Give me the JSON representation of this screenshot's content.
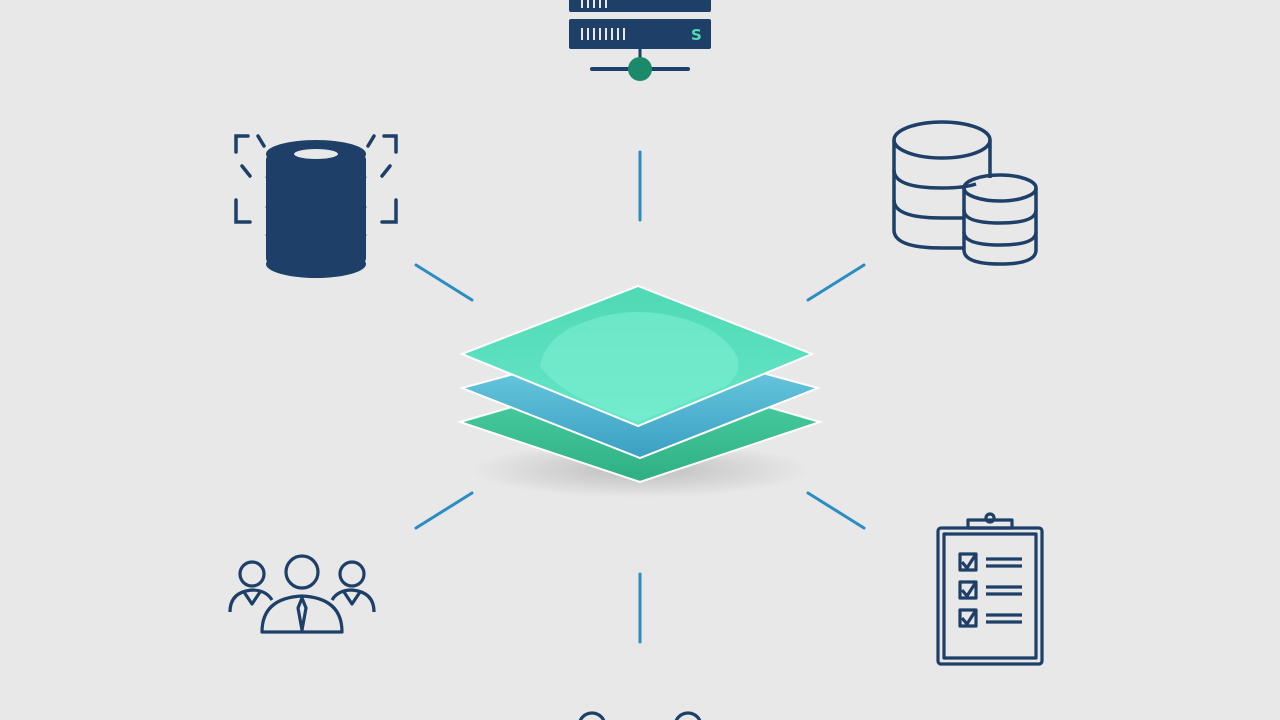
{
  "diagram": {
    "center": {
      "icon": "layered-platform-icon",
      "colors": {
        "top": "#62e6c4",
        "mid": "#4fb8d3",
        "bottom": "#3ccf9d"
      }
    },
    "nodes": [
      {
        "position": "top",
        "icon": "server-rack-icon",
        "label": "S"
      },
      {
        "position": "top-left",
        "icon": "database-scan-icon"
      },
      {
        "position": "top-right",
        "icon": "multiple-databases-icon"
      },
      {
        "position": "bottom-left",
        "icon": "team-users-icon"
      },
      {
        "position": "bottom-right",
        "icon": "checklist-clipboard-icon"
      },
      {
        "position": "bottom",
        "icon": "partial-users-icon"
      }
    ],
    "colors": {
      "icon": "#1d3f68",
      "connector": "#2a8cc0",
      "accent": "#1a8a6a",
      "background": "#e8e8e8"
    }
  }
}
